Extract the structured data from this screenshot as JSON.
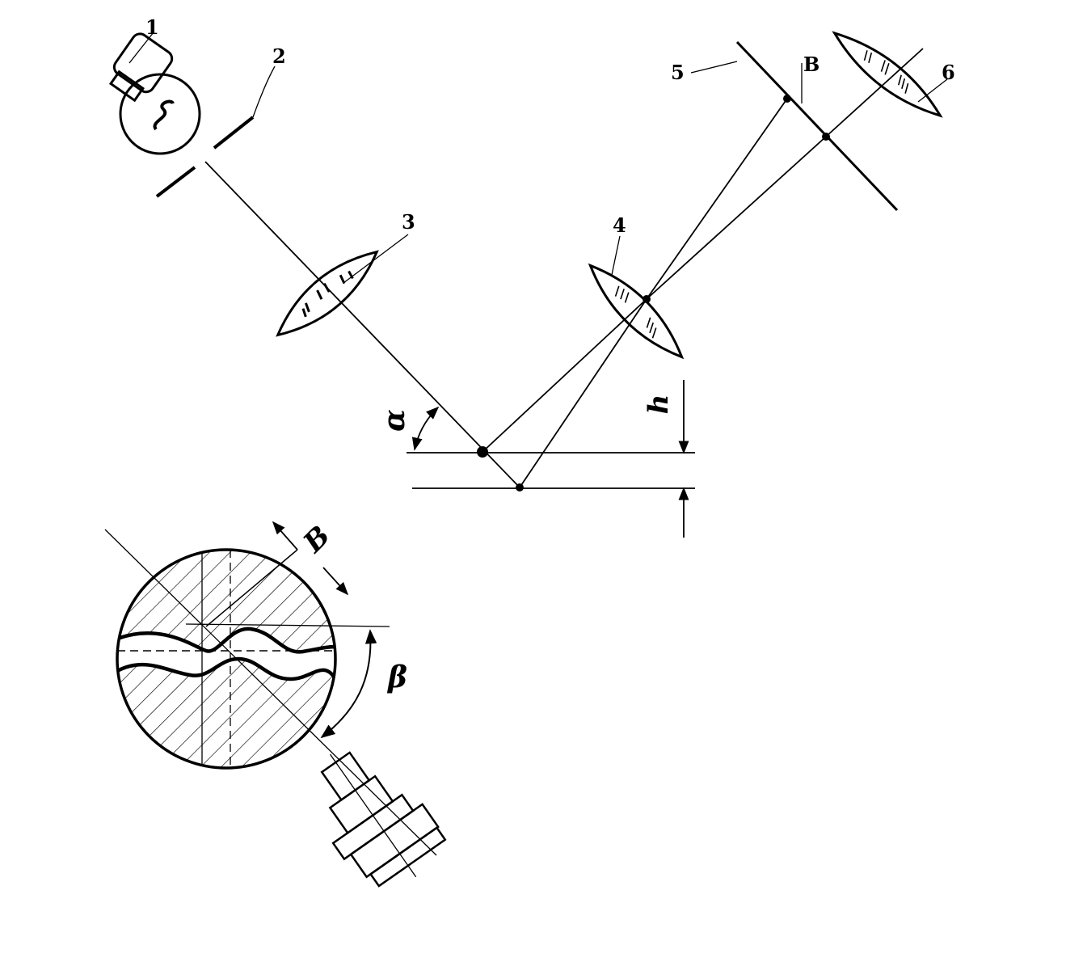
{
  "labels": {
    "lamp": "1",
    "slit": "2",
    "lens_condenser": "3",
    "lens_objective": "4",
    "image_plane": "5",
    "eyepiece": "6",
    "image_point": "B",
    "width": "B",
    "incidence_angle": "α",
    "step_height": "h",
    "rotation_angle": "β"
  },
  "colors": {
    "ink": "#000000",
    "paper": "#ffffff"
  },
  "icons": {
    "lamp": "light-bulb-icon",
    "micrometer": "micrometer-screw-icon"
  }
}
